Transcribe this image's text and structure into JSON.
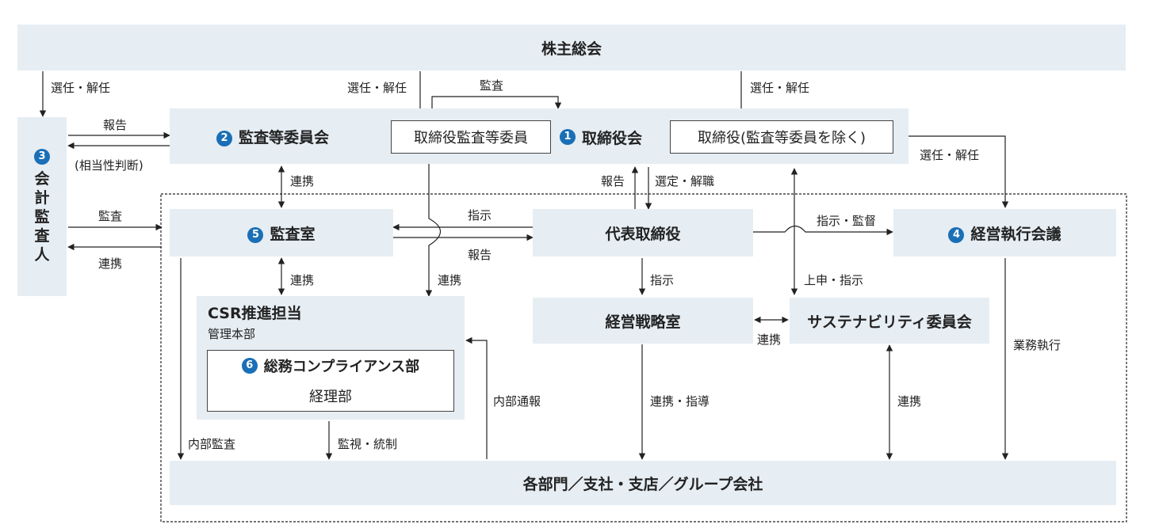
{
  "nodes": {
    "shareholders": "株主総会",
    "audit_committee": {
      "num": "2",
      "label": "監査等委員会"
    },
    "board": {
      "num": "1",
      "label": "取締役会"
    },
    "board_audit_members": "取締役監査等委員",
    "board_other_members": "取締役(監査等委員を除く)",
    "auditor": {
      "num": "3",
      "label": "会計監査人"
    },
    "audit_office": {
      "num": "5",
      "label": "監査室"
    },
    "president": "代表取締役",
    "exec_council": {
      "num": "4",
      "label": "経営執行会議"
    },
    "csr": {
      "title": "CSR推進担当",
      "sub": "管理本部"
    },
    "compliance": {
      "num": "6",
      "label": "総務コンプライアンス部"
    },
    "accounting": "経理部",
    "strategy": "経営戦略室",
    "sustainability": "サステナビリティ委員会",
    "departments": "各部門／支社・支店／グループ会社"
  },
  "labels": {
    "elect1": "選任・解任",
    "elect2": "選任・解任",
    "elect3": "選任・解任",
    "elect4": "選任・解任",
    "audit_top": "監査",
    "report_auditor": "報告",
    "equiv": "(相当性判断)",
    "audit_left": "監査",
    "coop_left": "連携",
    "coop_committee": "連携",
    "instruct_office": "指示",
    "report_office": "報告",
    "report_board": "報告",
    "appoint": "選定・解職",
    "coop_office_csr": "連携",
    "coop_csr": "連携",
    "instruct_supervise": "指示・監督",
    "instruct_strategy": "指示",
    "report_instruct": "上申・指示",
    "coop_strategy": "連携",
    "business_exec": "業務執行",
    "internal_report": "内部通報",
    "coop_guide": "連携・指導",
    "coop_sustain": "連携",
    "internal_audit": "内部監査",
    "monitor": "監視・統制"
  }
}
